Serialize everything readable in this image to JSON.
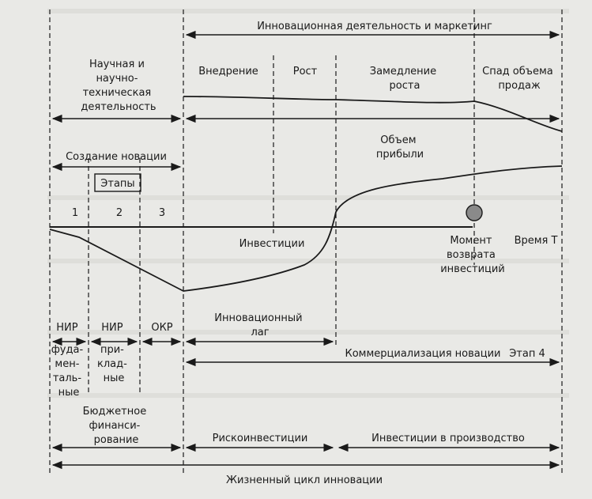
{
  "diagram": {
    "top_band": "Инновационная деятельность и маркетинг",
    "research_label": [
      "Научная и",
      "научно-",
      "техническая",
      "деятельность"
    ],
    "stage_labels": [
      "Внедрение",
      "Рост"
    ],
    "slowdown_label": [
      "Замедление",
      "роста"
    ],
    "decline_label": [
      "Спад объема",
      "продаж"
    ],
    "profit_label": [
      "Объем",
      "прибыли"
    ],
    "creation_label": "Создание новации",
    "stages_box": "Этапы",
    "phase_numbers": [
      "1",
      "2",
      "3"
    ],
    "investment_label": "Инвестиции",
    "return_label": [
      "Момент",
      "возврата",
      "инвестиций"
    ],
    "time_label": "Время Т",
    "nir_fund_label": [
      "НИР",
      "фуда-",
      "мен-",
      "таль-",
      "ные"
    ],
    "nir_applied_label": [
      "НИР",
      "при-",
      "клад-",
      "ные"
    ],
    "okr_label": "ОКР",
    "innovation_lag_label": [
      "Инновационный",
      "лаг"
    ],
    "commercialization_label": "Коммерциализация новации",
    "stage4_label": "Этап 4",
    "budget_label": [
      "Бюджетное",
      "финанси-",
      "рование"
    ],
    "venture_label": "Рискоинвестиции",
    "production_label": "Инвестиции в производство",
    "life_cycle_label": "Жизненный цикл инновации"
  },
  "colors": {
    "ink": "#1a1a1a",
    "paper": "#e9e9e6",
    "dot": "#8a8a8a"
  }
}
